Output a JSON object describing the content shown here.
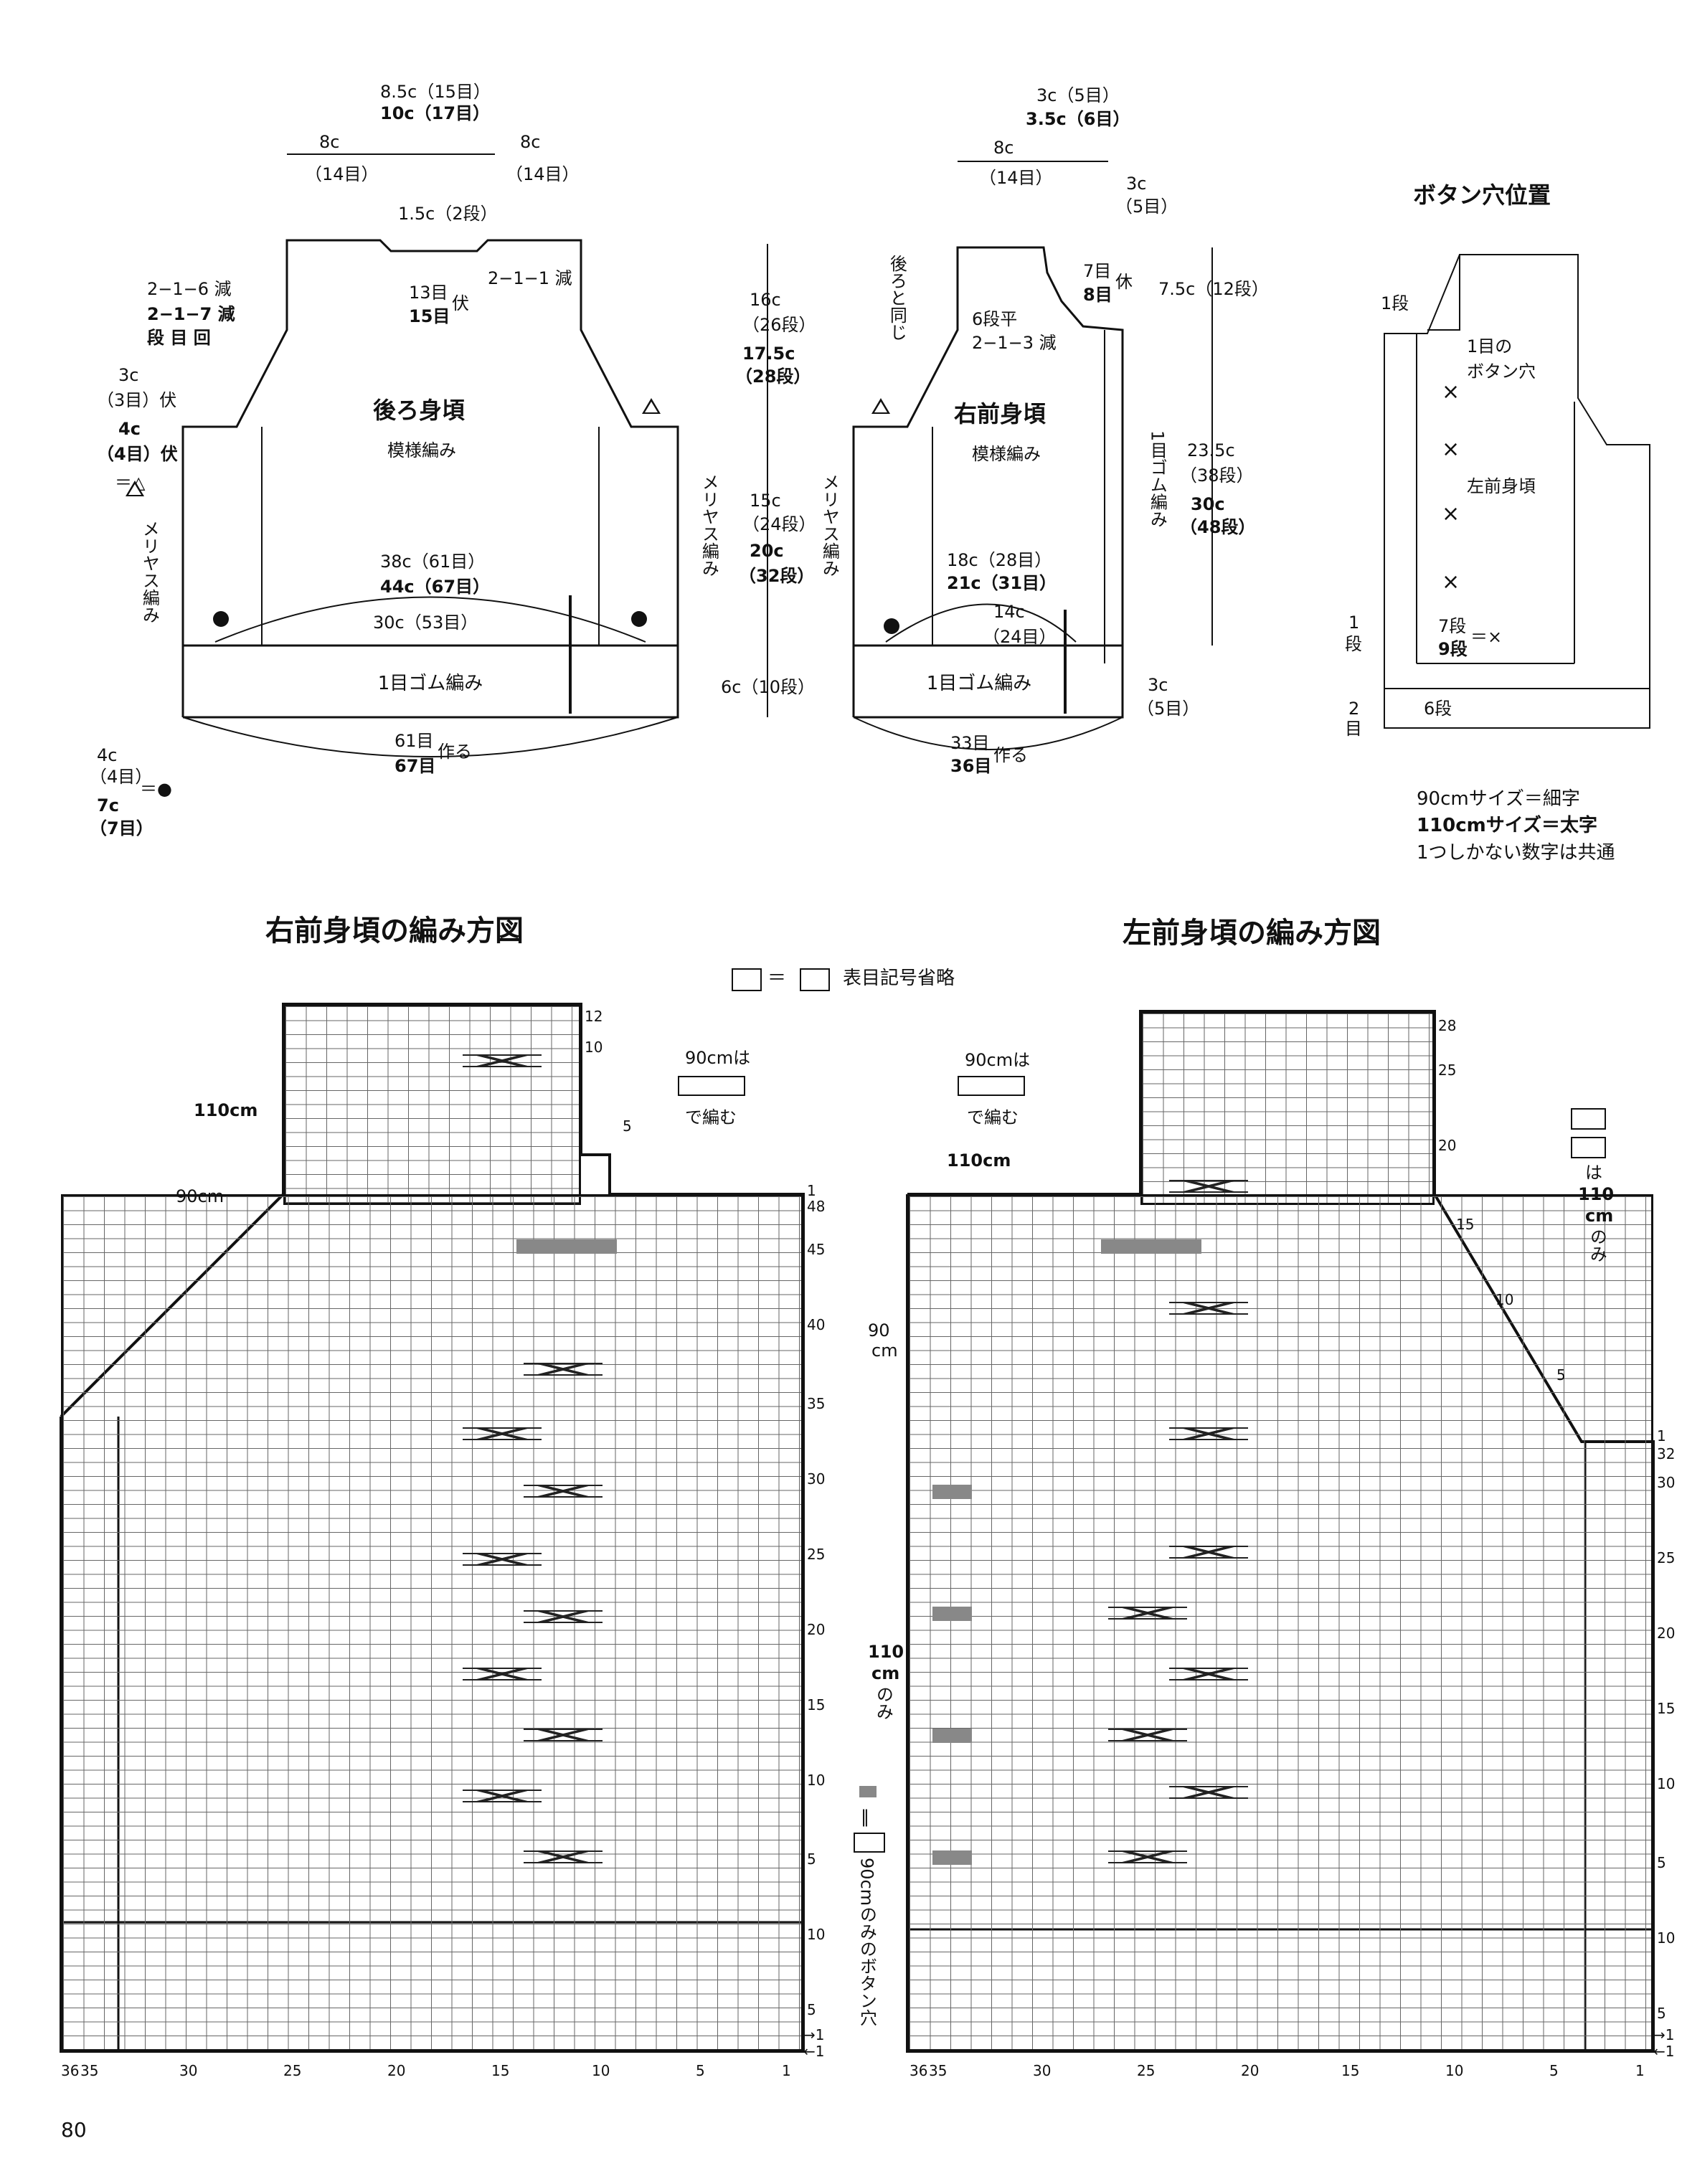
{
  "back": {
    "neck_width": "8.5c（15目）",
    "neck_width_b": "10c（17目）",
    "shoulder_l": "8c",
    "shoulder_l2": "（14目）",
    "shoulder_r": "8c",
    "shoulder_r2": "（14目）",
    "neck_depth": "1.5c（2段）",
    "armhole_dec": "2−1−6 減",
    "armhole_dec_b": "2−1−7 減",
    "row_header": "段 目 回",
    "neck_dec": "2−1−1 減",
    "neck_bind": "13目",
    "neck_bind_b": "15目",
    "neck_bind_k": "伏",
    "armhole_bind": "3c",
    "armhole_bind2": "（3目）伏",
    "armhole_bind_b": "4c",
    "armhole_bind_b2": "（4目）伏",
    "eq_tri": "＝△",
    "title": "後ろ身頃",
    "pattern": "模様編み",
    "stockinette_l": "メリヤス編み",
    "stockinette_r": "メリヤス編み",
    "width": "38c（61目）",
    "width_b": "44c（67目）",
    "inner": "30c（53目）",
    "rib": "1目ゴム編み",
    "cast_on": "61目",
    "cast_on_b": "67目",
    "cast_on_k": "作る"
  },
  "legend_dot": {
    "a": "4c",
    "a2": "（4目）",
    "b": "7c",
    "b2": "（7目）",
    "eq": "＝●"
  },
  "heights": {
    "upper": "16c",
    "upper2": "（26段）",
    "upper_b": "17.5c",
    "upper_b2": "（28段）",
    "mid": "15c",
    "mid2": "（24段）",
    "mid_b": "20c",
    "mid_b2": "（32段）",
    "rib": "6c（10段）"
  },
  "front": {
    "neck_w": "3c（5目）",
    "neck_w_b": "3.5c（6目）",
    "shoulder": "8c",
    "shoulder2": "（14目）",
    "band": "3c",
    "band2": "（5目）",
    "same_as_back": "後ろと同じ",
    "neck_rest": "7目",
    "neck_rest_b": "8目",
    "neck_rest_k": "休",
    "neck_rows": "6段平",
    "neck_dec": "2−1−3 減",
    "title": "右前身頃",
    "pattern": "模様編み",
    "rib_band": "1目ゴム編み",
    "stockinette": "メリヤス編み",
    "width": "18c（28目）",
    "width_b": "21c（31目）",
    "inner": "14c",
    "inner2": "（24目）",
    "rib": "1目ゴム編み",
    "band_bottom": "3c",
    "band_bottom2": "（5目）",
    "cast_on": "33目",
    "cast_on_b": "36目",
    "cast_on_k": "作る",
    "right_h1": "7.5c（12段）",
    "right_h2": "23.5c",
    "right_h2b": "（38段）",
    "right_h2c": "30c",
    "right_h2d": "（48段）"
  },
  "buttonhole": {
    "title": "ボタン穴位置",
    "row1": "1段",
    "hole": "1目の",
    "hole2": "ボタン穴",
    "left_front": "左前身頃",
    "row_1": "1",
    "row_1b": "段",
    "rows7": "7段",
    "rows9": "9段",
    "eq_x": "＝×",
    "row_2": "2",
    "row_2b": "目",
    "rows6": "6段",
    "size90": "90cmサイズ＝細字",
    "size110": "110cmサイズ＝太字",
    "common": "1つしかない数字は共通"
  },
  "chart_right": {
    "title": "右前身頃の編み方図",
    "label110": "110cm",
    "label90": "90cm",
    "note_top": "90cmは",
    "note_bottom": "で編む",
    "rows_right": [
      "12",
      "10",
      "5",
      "1",
      "48",
      "45",
      "40",
      "35",
      "30",
      "25",
      "20",
      "15",
      "10",
      "5",
      "10",
      "5",
      "→1",
      "←1"
    ],
    "cols": [
      "36",
      "35",
      "30",
      "25",
      "20",
      "15",
      "10",
      "5",
      "1"
    ],
    "button_note": "90cmのみのボタン穴"
  },
  "chart_left": {
    "title": "左前身頃の編み方図",
    "label110": "110cm",
    "label90": "90",
    "label90b": "cm",
    "note_top": "90cmは",
    "note_bottom": "で編む",
    "only110": "は",
    "only110b": "110",
    "only110c": "cm",
    "only110d": "のみ",
    "only110_left": "110",
    "only110_left2": "cm",
    "only110_left3": "のみ",
    "rows_right": [
      "28",
      "25",
      "20",
      "15",
      "10",
      "5",
      "1",
      "32",
      "30",
      "25",
      "20",
      "15",
      "10",
      "5",
      "10",
      "5",
      "→1",
      "←1"
    ],
    "cols": [
      "36",
      "35",
      "30",
      "25",
      "20",
      "15",
      "10",
      "5",
      "1"
    ]
  },
  "legend_symbol": "表目記号省略",
  "page_number": "80"
}
